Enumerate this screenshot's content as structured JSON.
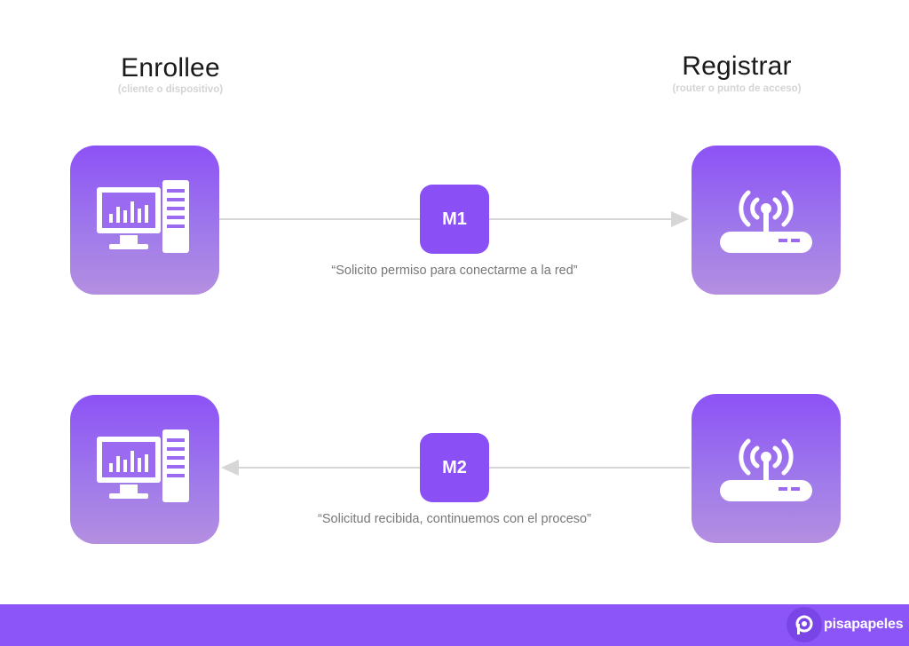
{
  "left_party": {
    "title": "Enrollee",
    "subtitle": "(cliente o dispositivo)",
    "icon": "desktop-computer-icon"
  },
  "right_party": {
    "title": "Registrar",
    "subtitle": "(router o punto de acceso)",
    "icon": "wifi-router-icon"
  },
  "messages": [
    {
      "label": "M1",
      "direction": "enrollee-to-registrar",
      "caption": "“Solicito permiso para conectarme a la red”"
    },
    {
      "label": "M2",
      "direction": "registrar-to-enrollee",
      "caption": "“Solicitud recibida, continuemos con el proceso”"
    }
  ],
  "footer": {
    "brand": "pisapapeles",
    "logo_icon": "pisapapeles-logo-icon"
  },
  "colors": {
    "accent": "#8a4ff5",
    "connector": "#d6d6d6",
    "footer": "#8b55f7"
  }
}
